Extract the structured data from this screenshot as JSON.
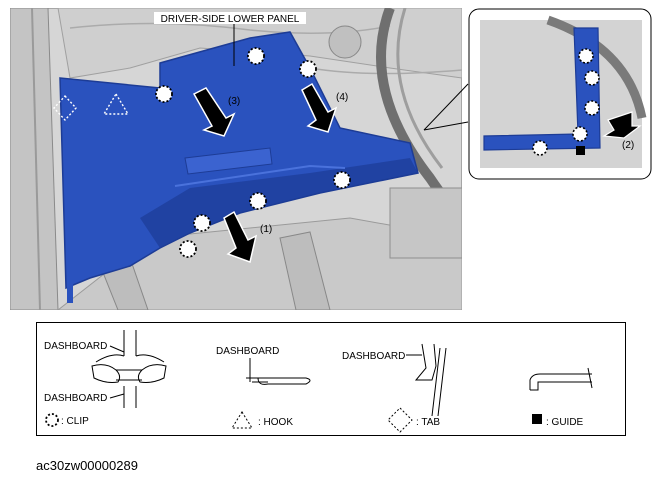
{
  "main_figure": {
    "title_label": "DRIVER-SIDE LOWER PANEL",
    "steps": [
      "(1)",
      "(2)",
      "(3)",
      "(4)"
    ]
  },
  "legend": {
    "dashboard_label": "DASHBOARD",
    "items": [
      {
        "icon": "clip-icon",
        "label": ": CLIP"
      },
      {
        "icon": "hook-icon",
        "label": ": HOOK"
      },
      {
        "icon": "tab-icon",
        "label": ": TAB"
      },
      {
        "icon": "guide-icon",
        "label": ": GUIDE"
      }
    ]
  },
  "document_code": "ac30zw00000289",
  "colors": {
    "panel_blue": "#2a52be",
    "panel_blue_dark": "#1d3c96",
    "background_grey": "#d4d4d4",
    "line_grey": "#9a9a9a"
  }
}
